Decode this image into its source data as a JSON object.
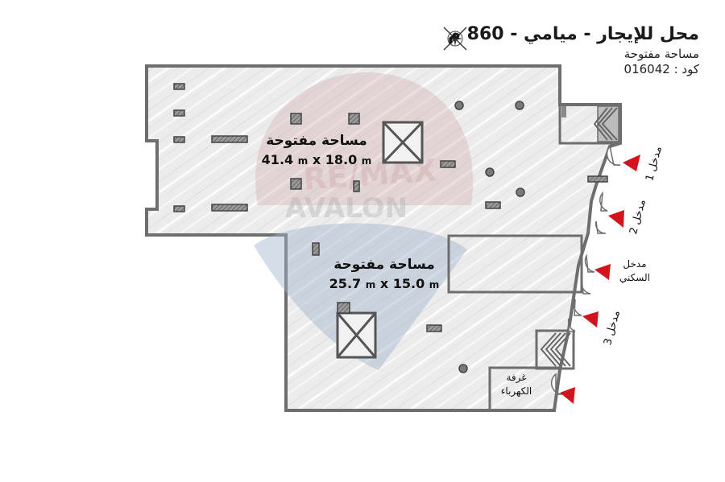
{
  "header": {
    "title": "محل للإيجار - ميامي - 860 م",
    "subtitle": "مساحة مفتوحة",
    "code_label": "كود :",
    "code_value": "016042"
  },
  "compass": {
    "icon": "compass-rose-icon"
  },
  "watermark": {
    "brand_top": "RE/MAX",
    "brand_bottom": "AVALON",
    "color": "#c9989c"
  },
  "areas": [
    {
      "name": "upper-open-area",
      "title": "مساحة مفتوحة",
      "width": "41.4",
      "length": "18.0",
      "unit": "m",
      "sep": "x"
    },
    {
      "name": "lower-open-area",
      "title": "مساحة مفتوحة",
      "width": "25.7",
      "length": "15.0",
      "unit": "m",
      "sep": "x"
    }
  ],
  "rooms": {
    "electric_room": {
      "line1": "غرفة",
      "line2": "الكهرباء"
    }
  },
  "entrances": [
    {
      "label": "مدخل 1"
    },
    {
      "label": "مدخل 2"
    },
    {
      "label": "مدخل",
      "label2": "السكني"
    },
    {
      "label": "مدخل 3"
    }
  ],
  "colors": {
    "wall": "#6e6e6e",
    "floor": "#ececec",
    "arrow": "#d3141c",
    "blue_highlight": "#b7c6d8"
  }
}
